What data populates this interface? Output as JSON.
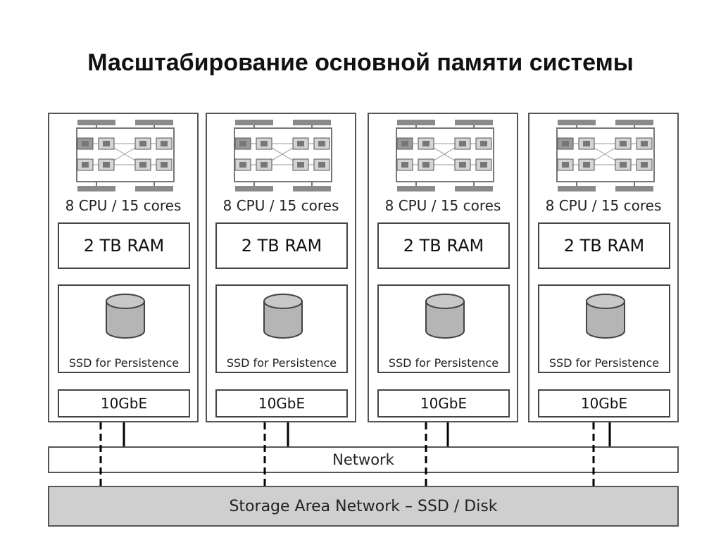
{
  "title": "Масштабирование основной памяти системы",
  "nodes": [
    {
      "cpu": "8 CPU / 15 cores",
      "ram": "2 TB RAM",
      "ssd": "SSD for Persistence",
      "nic": "10GbE"
    },
    {
      "cpu": "8 CPU / 15 cores",
      "ram": "2 TB RAM",
      "ssd": "SSD for Persistence",
      "nic": "10GbE"
    },
    {
      "cpu": "8 CPU / 15 cores",
      "ram": "2 TB RAM",
      "ssd": "SSD for Persistence",
      "nic": "10GbE"
    },
    {
      "cpu": "8 CPU / 15 cores",
      "ram": "2 TB RAM",
      "ssd": "SSD for Persistence",
      "nic": "10GbE"
    }
  ],
  "network": "Network",
  "san": "Storage Area Network – SSD / Disk",
  "icons": {
    "cpu": "cpu-topology-icon",
    "storage": "disk-cylinder-icon"
  },
  "colors": {
    "border": "#555555",
    "san_fill": "#cfcfcf",
    "disk_fill": "#b5b5b5"
  }
}
